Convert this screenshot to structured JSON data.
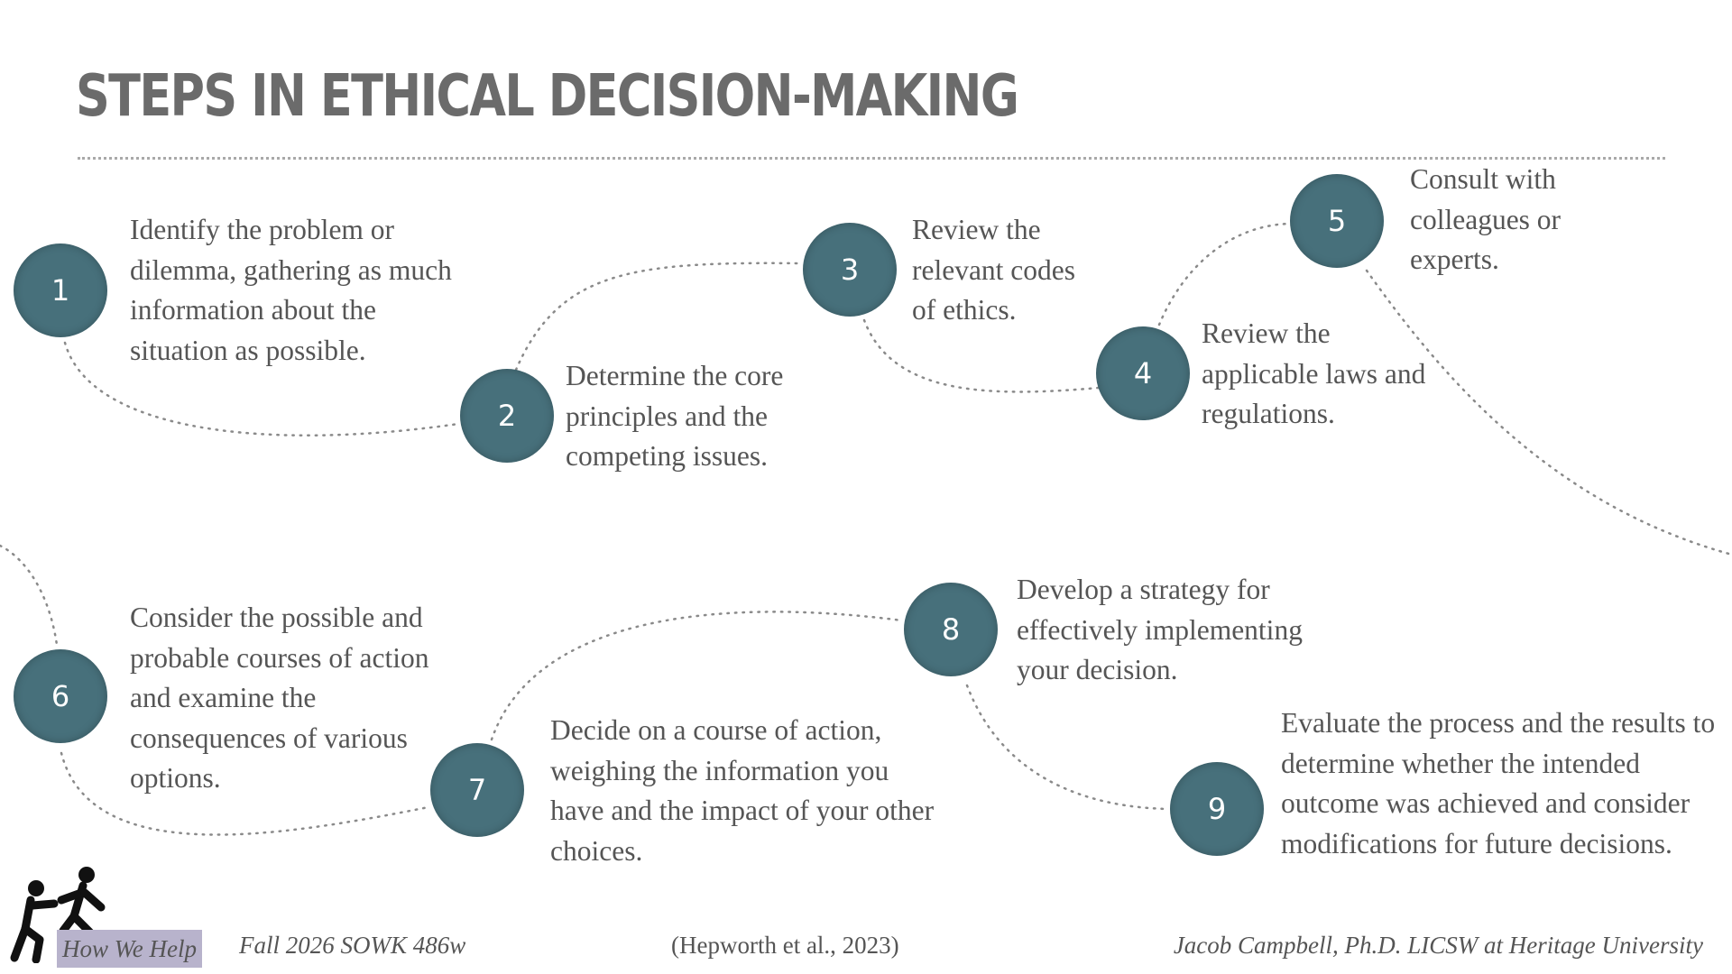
{
  "title": "STEPS IN ETHICAL DECISION-MAKING",
  "steps": [
    {
      "number": "1",
      "text": "Identify the problem or dilemma, gathering as much information about the situation as possible."
    },
    {
      "number": "2",
      "text": "Determine the core principles and the competing issues."
    },
    {
      "number": "3",
      "text": "Review the relevant codes of ethics."
    },
    {
      "number": "4",
      "text": "Review the applicable laws and regulations."
    },
    {
      "number": "5",
      "text": "Consult with colleagues or experts."
    },
    {
      "number": "6",
      "text": "Consider the possible and probable courses of action and examine the consequences of various options."
    },
    {
      "number": "7",
      "text": "Decide on a course of action, weighing the information you have and the impact of your other choices."
    },
    {
      "number": "8",
      "text": "Develop a strategy for effectively implementing your decision."
    },
    {
      "number": "9",
      "text": "Evaluate the process and the results to determine whether the intended outcome was achieved and consider modifications for future decisions."
    }
  ],
  "footer": {
    "brand": "How We Help",
    "course": "Fall 2026 SOWK 486w",
    "citation": "(Hepworth et al., 2023)",
    "author": "Jacob Campbell, Ph.D. LICSW at Heritage University"
  },
  "colors": {
    "circle": "#47707b",
    "text": "#555555",
    "title": "#6b6b6b",
    "brand_highlight": "#b8b3cc"
  },
  "icons": {
    "logo": "two-people-helping-icon"
  }
}
